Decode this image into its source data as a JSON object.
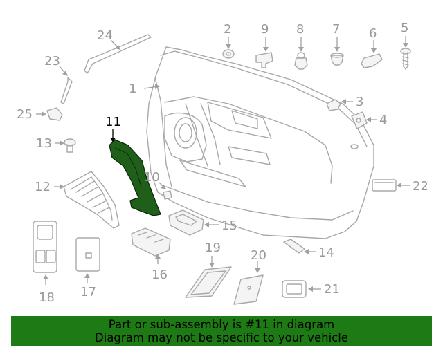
{
  "diagram": {
    "highlighted_part": "11",
    "callouts": [
      "1",
      "2",
      "3",
      "4",
      "5",
      "6",
      "7",
      "8",
      "9",
      "10",
      "11",
      "12",
      "13",
      "14",
      "15",
      "16",
      "17",
      "18",
      "19",
      "20",
      "21",
      "22",
      "23",
      "24",
      "25"
    ]
  },
  "banner": {
    "line1": "Part or sub-assembly is #11 in diagram",
    "line2": "Diagram may not be specific to your vehicle",
    "color": "#1e7a14"
  }
}
